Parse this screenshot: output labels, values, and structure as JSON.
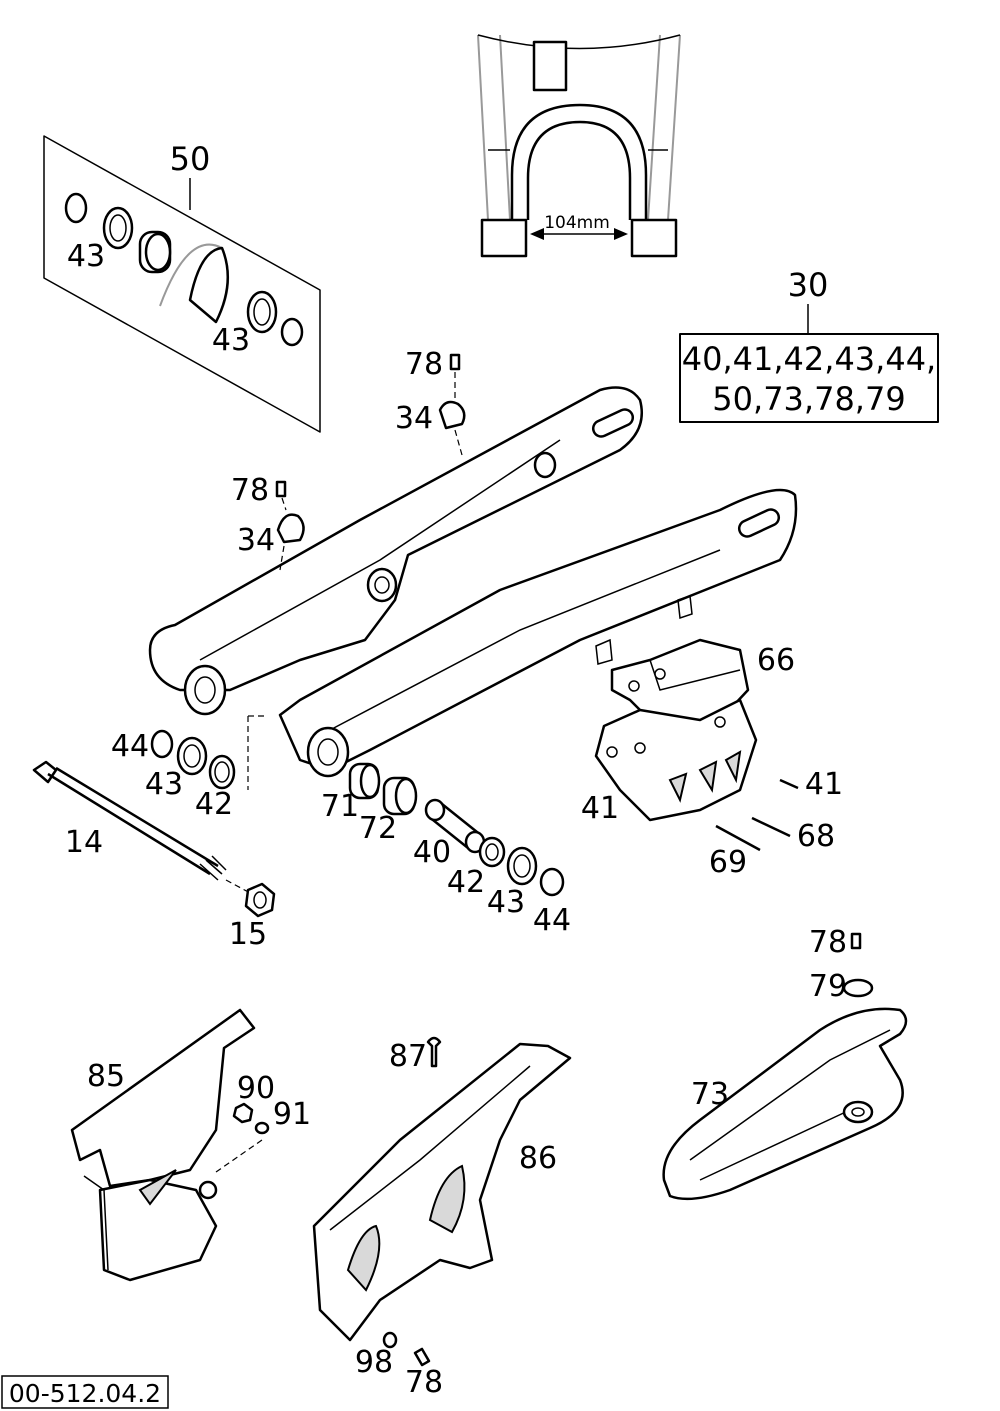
{
  "dimension": {
    "text": "104mm"
  },
  "kit_30": {
    "number": "30",
    "line1": "40,41,42,43,44,",
    "line2": "50,73,78,79"
  },
  "kit_50": {
    "number": "50"
  },
  "callouts": [
    {
      "id": "c43a",
      "text": "43"
    },
    {
      "id": "c43b",
      "text": "43"
    },
    {
      "id": "c78a",
      "text": "78"
    },
    {
      "id": "c34a",
      "text": "34"
    },
    {
      "id": "c78b",
      "text": "78"
    },
    {
      "id": "c34b",
      "text": "34"
    },
    {
      "id": "c66",
      "text": "66"
    },
    {
      "id": "c44a",
      "text": "44"
    },
    {
      "id": "c43c",
      "text": "43"
    },
    {
      "id": "c42a",
      "text": "42"
    },
    {
      "id": "c41a",
      "text": "41"
    },
    {
      "id": "c41b",
      "text": "41"
    },
    {
      "id": "c68",
      "text": "68"
    },
    {
      "id": "c69",
      "text": "69"
    },
    {
      "id": "c71",
      "text": "71"
    },
    {
      "id": "c72",
      "text": "72"
    },
    {
      "id": "c14",
      "text": "14"
    },
    {
      "id": "c40",
      "text": "40"
    },
    {
      "id": "c42b",
      "text": "42"
    },
    {
      "id": "c43d",
      "text": "43"
    },
    {
      "id": "c44b",
      "text": "44"
    },
    {
      "id": "c15",
      "text": "15"
    },
    {
      "id": "c78c",
      "text": "78"
    },
    {
      "id": "c79",
      "text": "79"
    },
    {
      "id": "c87",
      "text": "87"
    },
    {
      "id": "c85",
      "text": "85"
    },
    {
      "id": "c90",
      "text": "90"
    },
    {
      "id": "c91",
      "text": "91"
    },
    {
      "id": "c73",
      "text": "73"
    },
    {
      "id": "c86",
      "text": "86"
    },
    {
      "id": "c98",
      "text": "98"
    },
    {
      "id": "c78d",
      "text": "78"
    }
  ],
  "figure_code": "00-512.04.2"
}
